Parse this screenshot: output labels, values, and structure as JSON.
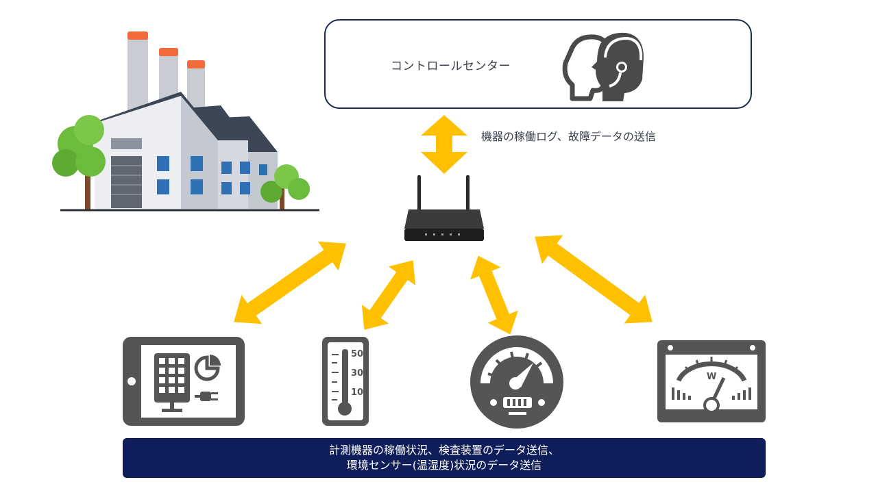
{
  "control_center": {
    "label": "コントロールセンター",
    "icon": "operator-headset-icon"
  },
  "uplink": {
    "label": "機器の稼働ログ、故障データの送信"
  },
  "banner": {
    "line1": "計測機器の稼働状況、検査装置のデータ送信、",
    "line2": "環境センサー(温湿度)状況のデータ送信"
  },
  "thermometer": {
    "ticks": [
      "50",
      "30",
      "10"
    ]
  },
  "wattmeter": {
    "label": "W"
  },
  "colors": {
    "arrow": "#ffc000",
    "device": "#555555",
    "navy": "#0f1e5a",
    "border": "#1b2850"
  },
  "icons": [
    "factory-icon",
    "router-icon",
    "tablet-solar-icon",
    "thermometer-icon",
    "gauge-meter-icon",
    "wattmeter-icon"
  ]
}
